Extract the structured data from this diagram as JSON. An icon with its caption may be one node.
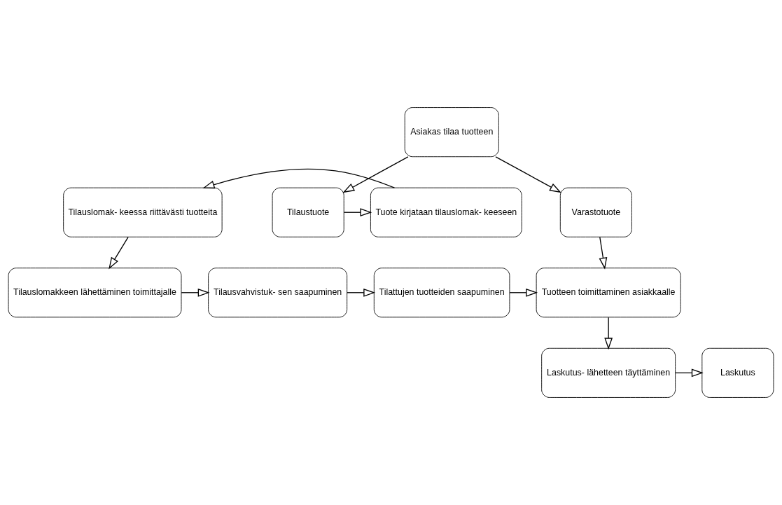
{
  "diagram": {
    "nodes": [
      {
        "text": [
          "Asiakas tilaa tuotteen"
        ]
      },
      {
        "text": [
          "Varastotuote"
        ]
      },
      {
        "text": [
          "Tilaustuote"
        ]
      },
      {
        "text": [
          "Tuote kirjataan tilauslomak- keeseen"
        ]
      },
      {
        "text": [
          "Tilauslomak- keessa riittävästi tuotteita"
        ]
      },
      {
        "text": [
          "Tuotteen toimittaminen asiakkaalle"
        ]
      },
      {
        "text": [
          "Tilattujen tuotteiden saapuminen"
        ]
      },
      {
        "text": [
          "Tilausvahvistuk- sen saapuminen"
        ]
      },
      {
        "text": [
          "Tilauslomakkeen lähettäminen toimittajalle"
        ]
      },
      {
        "text": [
          "Laskutus- lähetteen täyttäminen"
        ]
      },
      {
        "text": [
          "Laskutus"
        ]
      }
    ],
    "edges": [
      {
        "from": 0,
        "to": 1,
        "arrow": "to"
      },
      {
        "from": 0,
        "to": 2,
        "arrow": "to"
      },
      {
        "from": 2,
        "to": 3,
        "arrow": "to"
      },
      {
        "from": 3,
        "to": 4,
        "arrow": "to"
      },
      {
        "from": 4,
        "to": 8,
        "arrow": "to"
      },
      {
        "from": 8,
        "to": 7,
        "arrow": "to"
      },
      {
        "from": 7,
        "to": 6,
        "arrow": "to"
      },
      {
        "from": 6,
        "to": 5,
        "arrow": "to"
      },
      {
        "from": 1,
        "to": 5,
        "arrow": "to"
      },
      {
        "from": 5,
        "to": 9,
        "arrow": "to"
      },
      {
        "from": 9,
        "to": 10,
        "arrow": "to"
      }
    ]
  }
}
